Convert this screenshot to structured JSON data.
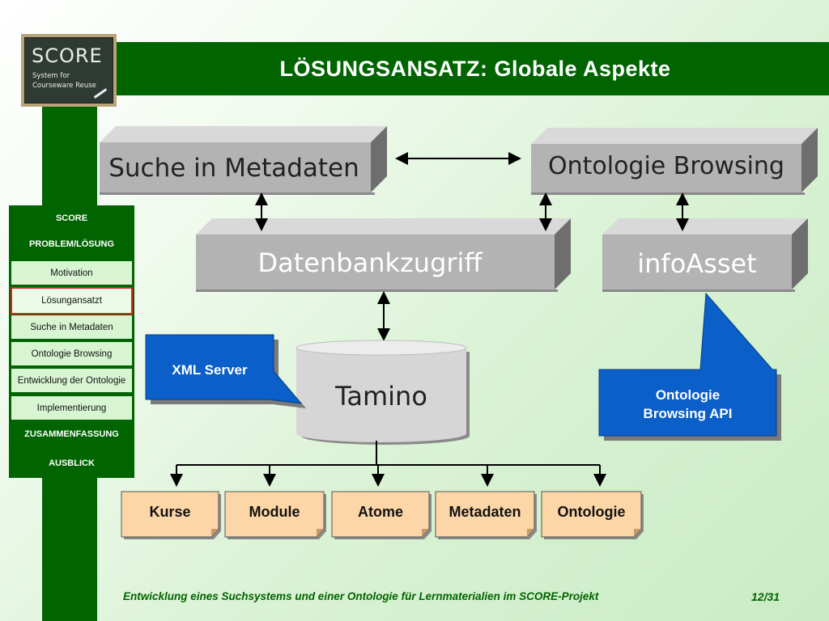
{
  "slide": {
    "title": "LÖSUNGSANSATZ: Globale Aspekte",
    "footer": "Entwicklung eines Suchsystems und einer Ontologie für Lernmaterialien im SCORE-Projekt",
    "page": "12/31"
  },
  "logo": {
    "name": "SCORE",
    "line1": "System for",
    "line2": "Courseware Reuse"
  },
  "nav": {
    "sections": [
      "SCORE",
      "PROBLEM/LÖSUNG",
      "ZUSAMMENFASSUNG",
      "AUSBLICK"
    ],
    "items": [
      "Motivation",
      "Lösungansatzt",
      "Suche in Metadaten",
      "Ontologie Browsing",
      "Entwicklung der Ontologie",
      "Implementierung"
    ],
    "active_item": "Lösungansatzt",
    "active_color": "#e02020"
  },
  "diagram": {
    "suche": "Suche in Metadaten",
    "ontologie_browsing": "Ontologie Browsing",
    "datenbank": "Datenbankzugriff",
    "infoasset": "infoAsset",
    "tamino": "Tamino",
    "xml_server": "XML Server",
    "api_line1": "Ontologie",
    "api_line2": "Browsing API",
    "collections": [
      "Kurse",
      "Module",
      "Atome",
      "Metadaten",
      "Ontologie"
    ]
  },
  "colors": {
    "theme_green": "#006400",
    "callout_blue": "#0a5fc8",
    "collection_fill": "#fdd6a8",
    "box_gray": "#b3b3b3"
  }
}
